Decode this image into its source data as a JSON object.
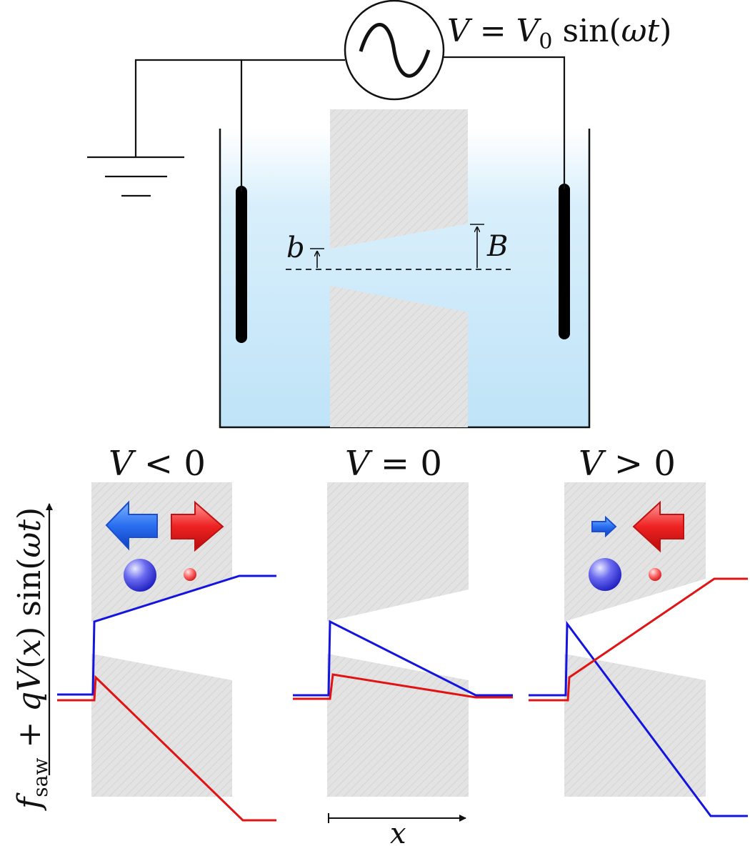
{
  "source_label": "V = V0 sin(ωt)",
  "gap_labels": {
    "small": "b",
    "large": "B"
  },
  "panels": [
    {
      "condition": "V < 0"
    },
    {
      "condition": "V = 0"
    },
    {
      "condition": "V > 0"
    }
  ],
  "y_axis_label": "f_saw + qV(x) sin(ωt)",
  "x_axis_label": "x",
  "colors": {
    "liquid_top": "#ffffff",
    "liquid_bottom": "#bfe3f8",
    "pore_wall": "#e3e3e3",
    "negative_species": "#1010e0",
    "positive_species": "#e01010",
    "blue_arrow": "#2a6ff0",
    "red_arrow": "#ee2222"
  },
  "species": {
    "blue": {
      "size": "large",
      "color": "blue"
    },
    "red": {
      "size": "small",
      "color": "red"
    }
  },
  "panel_arrows": [
    {
      "blue": "left",
      "blue_size": "large",
      "red": "right",
      "red_size": "large"
    },
    null,
    {
      "blue": "right",
      "blue_size": "small",
      "red": "left",
      "red_size": "large"
    }
  ]
}
